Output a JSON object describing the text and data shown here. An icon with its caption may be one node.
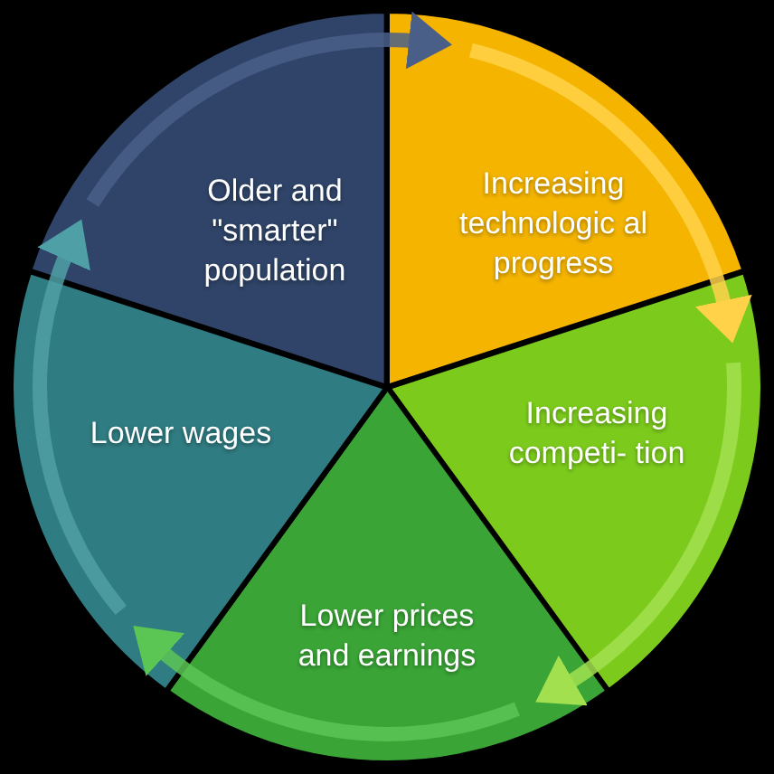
{
  "diagram": {
    "nodes": [
      {
        "text": [
          "Older and \"smarter\" population"
        ]
      },
      {
        "text": [
          "Increasing technologic al progress"
        ]
      },
      {
        "text": [
          "Increasing competi- tion"
        ]
      },
      {
        "text": [
          "Lower prices and earnings"
        ]
      },
      {
        "text": [
          "Lower wages"
        ]
      }
    ],
    "edges": [
      {
        "from": 0,
        "to": 1,
        "arrow": "to",
        "color": "#4a5f88"
      },
      {
        "from": 1,
        "to": 2,
        "arrow": "to",
        "color": "#ffd24a"
      },
      {
        "from": 2,
        "to": 3,
        "arrow": "to",
        "color": "#a2e050"
      },
      {
        "from": 3,
        "to": 4,
        "arrow": "to",
        "color": "#5cc655"
      },
      {
        "from": 4,
        "to": 0,
        "arrow": "to",
        "color": "#4fa0a6"
      }
    ]
  }
}
